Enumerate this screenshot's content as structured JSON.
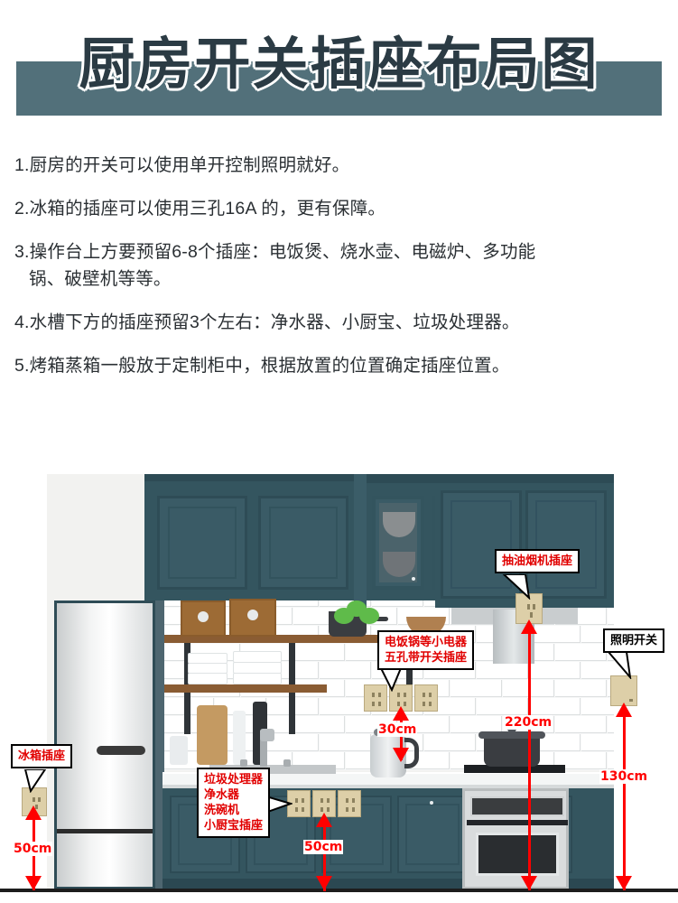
{
  "header": {
    "title": "厨房开关插座布局图",
    "band_color": "#52707a",
    "title_color": "#2b3b44"
  },
  "tips": [
    {
      "id": 1,
      "text": "1.厨房的开关可以使用单开控制照明就好。",
      "sub": ""
    },
    {
      "id": 2,
      "text": "2.冰箱的插座可以使用三孔16A 的，更有保障。",
      "sub": ""
    },
    {
      "id": 3,
      "text": "3.操作台上方要预留6-8个插座：电饭煲、烧水壶、电磁炉、多功能",
      "sub": "锅、破壁机等等。"
    },
    {
      "id": 4,
      "text": "4.水槽下方的插座预留3个左右：净水器、小厨宝、垃圾处理器。",
      "sub": ""
    },
    {
      "id": 5,
      "text": "5.烤箱蒸箱一般放于定制柜中，根据放置的位置确定插座位置。",
      "sub": ""
    }
  ],
  "diagram": {
    "callouts": {
      "fridge": "冰箱插座",
      "hood": "抽油烟机插座",
      "counter": "电饭锅等小电器\n五孔带开关插座",
      "sink_cabinet": "垃圾处理器\n净水器\n洗碗机\n小厨宝插座",
      "light_switch": "照明开关"
    },
    "dimensions": {
      "fridge_height": "50cm",
      "counter_outlet_height": "30cm",
      "hood_outlet_height": "220cm",
      "sink_outlet_height": "50cm",
      "light_switch_height": "130cm"
    },
    "colors": {
      "cabinet": "#34555f",
      "cabinet_door": "#3a5b66",
      "outlet": "#ddcfa8",
      "dimension": "#ff0000",
      "wall": "#ffffff"
    }
  }
}
